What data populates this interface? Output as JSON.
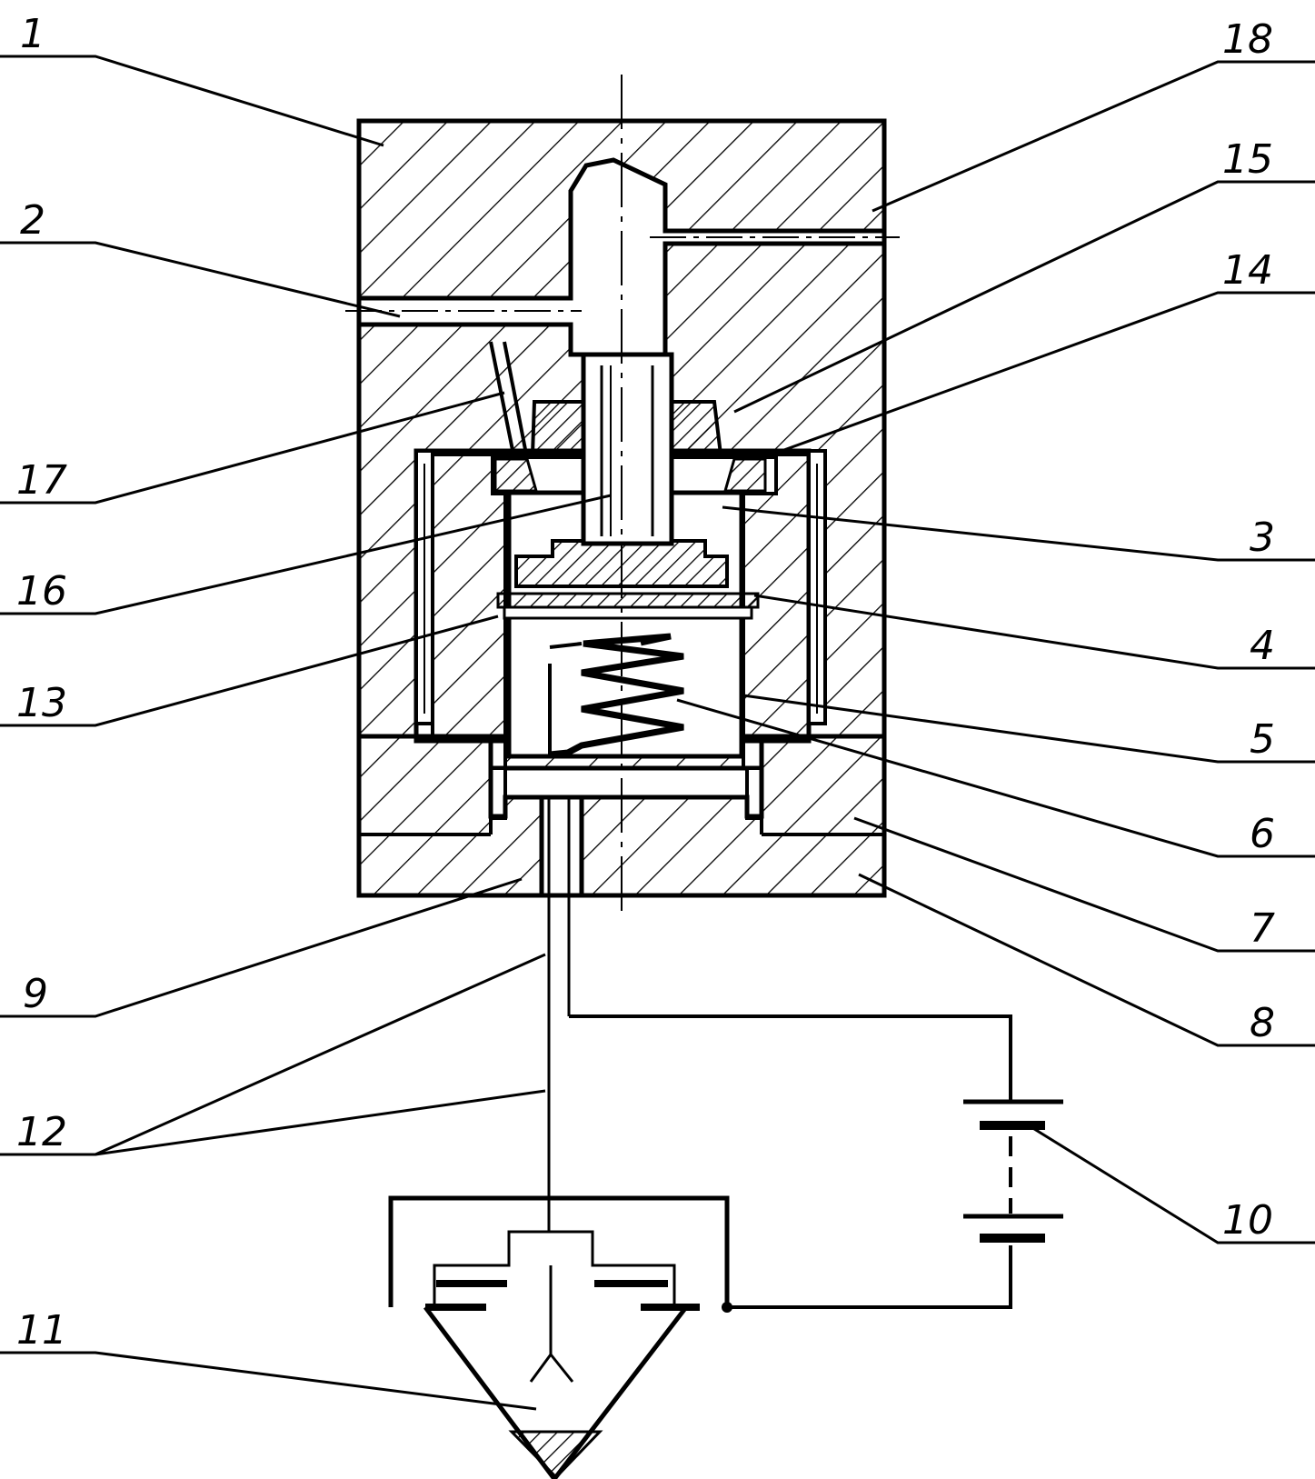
{
  "colors": {
    "ink": "#000000",
    "paper": "#ffffff"
  },
  "labels": {
    "l1": "1",
    "l2": "2",
    "l3": "3",
    "l4": "4",
    "l5": "5",
    "l6": "6",
    "l7": "7",
    "l8": "8",
    "l9": "9",
    "l10": "10",
    "l11": "11",
    "l12": "12",
    "l13": "13",
    "l14": "14",
    "l15": "15",
    "l16": "16",
    "l17": "17",
    "l18": "18"
  }
}
